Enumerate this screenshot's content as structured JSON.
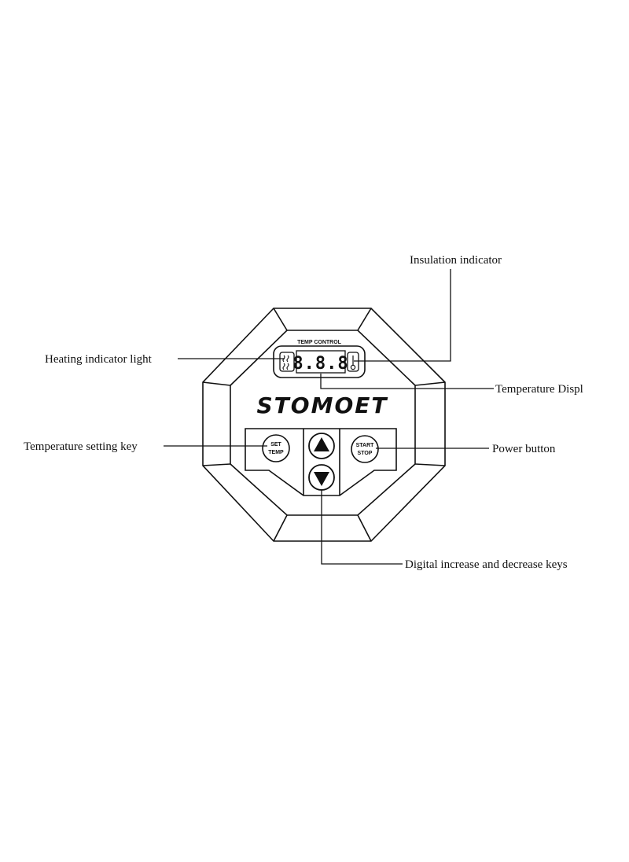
{
  "labels": {
    "insulation_indicator": "Insulation indicator",
    "heating_indicator": "Heating indicator light",
    "temperature_display": "Temperature Displ",
    "temperature_setting_key": "Temperature setting key",
    "power_button": "Power button",
    "digital_keys": "Digital increase and decrease keys"
  },
  "panel": {
    "header": "TEMP CONTROL",
    "brand": "STOMOET",
    "display_digits": "8.8.8",
    "set_temp_line1": "SET",
    "set_temp_line2": "TEMP",
    "start_stop_line1": "START",
    "start_stop_line2": "STOP"
  },
  "icons": {
    "heat": "heat-waves-icon",
    "thermometer": "thermometer-icon",
    "up": "triangle-up-icon",
    "down": "triangle-down-icon"
  },
  "colors": {
    "line": "#111111",
    "background": "#ffffff"
  }
}
